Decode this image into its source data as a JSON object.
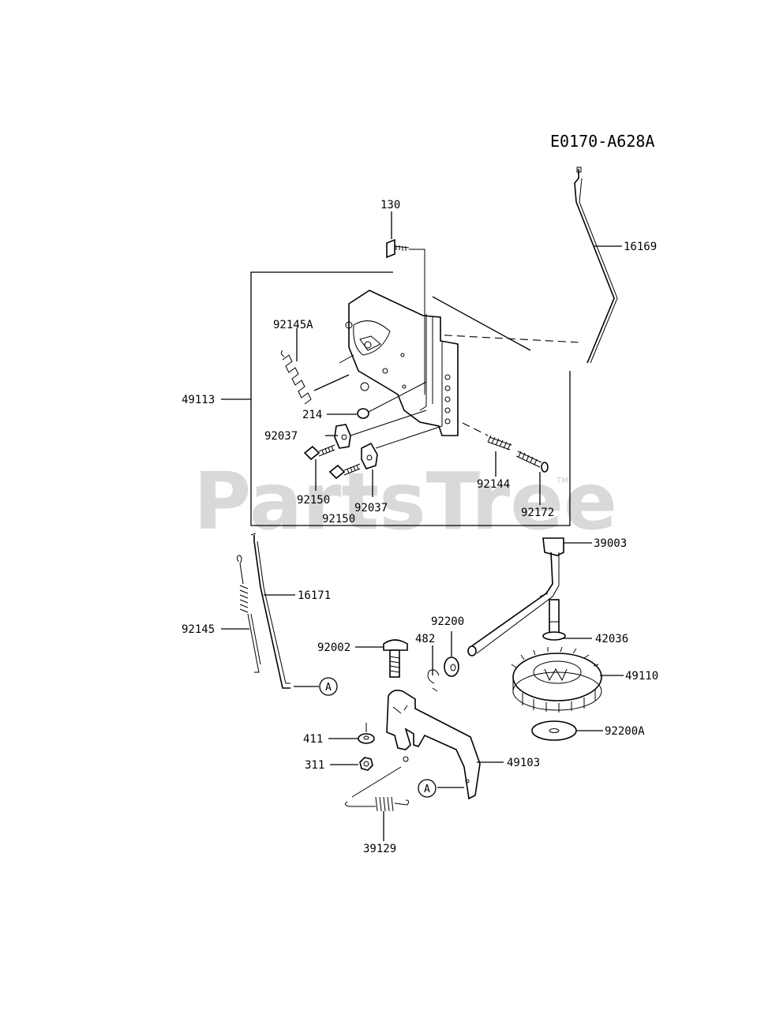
{
  "diagram_code": "E0170-A628A",
  "watermark": "PartsTree",
  "watermark_mark": "TM",
  "callout_letter": "A",
  "labels": {
    "p130": "130",
    "p16169": "16169",
    "p92145A": "92145A",
    "p49113": "49113",
    "p214": "214",
    "p92037a": "92037",
    "p92037b": "92037",
    "p92150a": "92150",
    "p92150b": "92150",
    "p92144": "92144",
    "p92172": "92172",
    "p39003": "39003",
    "p16171": "16171",
    "p92145": "92145",
    "p92200": "92200",
    "p482": "482",
    "p92002": "92002",
    "p42036": "42036",
    "p49110": "49110",
    "p92200A": "92200A",
    "p411": "411",
    "p311": "311",
    "p49103": "49103",
    "p39129": "39129"
  }
}
